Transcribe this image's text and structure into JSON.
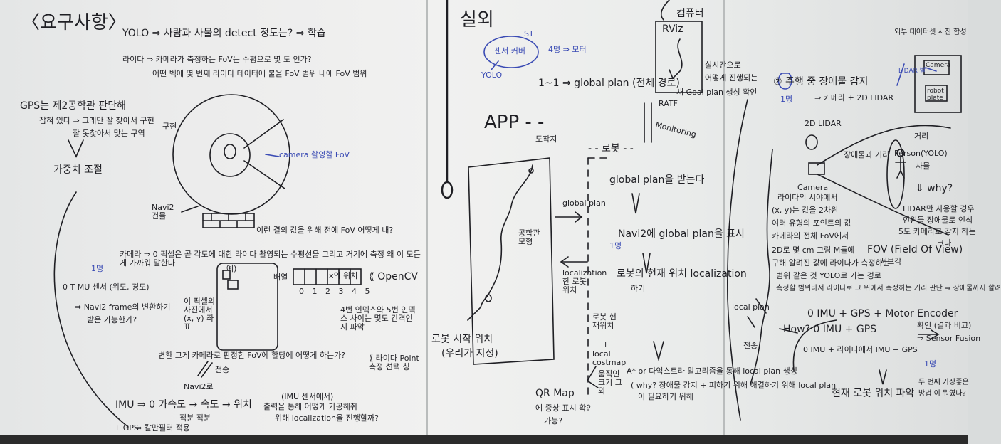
{
  "colors": {
    "board": "#ececec",
    "marker_black": "#1f1f24",
    "marker_blue": "#3a4bb4",
    "tray": "#2b2b2b"
  },
  "left_panel": {
    "title": "〈요구사항〉",
    "yolo": "YOLO ⇒ 사람과 사물의 detect 정도는? ⇒ 학습",
    "lidar_q1": "라이다 ⇒ 카메라가 측정하는 FoV는 수평으로 몇 도 인가?",
    "lidar_q2": "어떤 벡에 몇 번째 라이다 데이터에 불을 FoV 범위 내에 FoV 범위",
    "gps_line1": "GPS는 제2공학관 판단해",
    "gps_line2": "잡혀 있다 ⇒ 그래만 잘 찾아서 구현",
    "gps_line3": "잘 못찾아서 맞는 구역",
    "gps_arrow_note": "구현",
    "estimation": "가중치 조절",
    "fov_note": "camera 촬영할 FoV",
    "navi2": "Navi2 건물",
    "grid_note": "이런 결의 값을 위해 전에 FoV 어떻게 내?",
    "camera_q": "카메라 ⇒ 0 픽셀은 곧 각도에 대한 라이다 촬영되는 수평선을 그리고 거기에 측정 왜 이 모든게 가까워 말한다",
    "example": "예)",
    "opencv": "⟪ OpenCV",
    "pixel_label": "이 픽셀의 사진에서 (x, y) 좌표",
    "pixel_row_label": "배열",
    "pixel_digits": "0 1 2 3 4 5",
    "pixel_mark": "x의 위치",
    "index_note": "4번 인덱스와 5번 인덱스 사이는 몇도 간격인지 파악",
    "lidar_point": "⟪ 라이다 Point 측정 선택 칭",
    "one_person": "1명",
    "imu_line1": "0 T MU 센서 (위도, 경도)",
    "imu_line2": "⇒ Navi2 frame의 변환하기",
    "imu_line3": "받은 가능한가?",
    "conversion": "변환 그게 카메라로 판정한 FoV에 할당에 어떻게 하는가?",
    "transmit": "전송",
    "navi2_to": "Navi2로",
    "imu_bottom": "IMU ⇒ 0 가속도 → 속도 → 위치",
    "integrate": "적분 적분",
    "kalman": "⇒ 칼만필터 적용",
    "gps_bottom": "+ GPS",
    "sensor_q1": "(IMU 센서에서)",
    "sensor_q2": "출력을 통해 어떻게 가공해줘",
    "sensor_q3": "위해 localization을 진행할까?"
  },
  "right_panel": {
    "title": "실외",
    "st": "ST",
    "sensor_circle": "센서 커버",
    "sensor_note": "4명 ⇒ 모터",
    "yolo_small": "YOLO",
    "global_plan": "1~1 ⇒ global plan (전체 경로)",
    "app": "APP - -",
    "destination": "도착지",
    "building": "공학관 모형",
    "start": "로봇 시작 위치",
    "start_note": "(우리가 지정)",
    "global_plan_arrow": "global plan",
    "localization": "localization 한 로봇 위치",
    "robot": "- - 로봇 - -",
    "rviz": "RViz",
    "computer": "컴퓨터",
    "rviz_note1": "실시간으로",
    "rviz_note2": "어떻게 진행되는",
    "rviz_note3": "새 Goal plan 생성 확인",
    "ratf": "RATF",
    "monitoring": "Monitoring",
    "receives": "global plan을 받는다",
    "navi2_display": "Navi2에 global plan을 표시",
    "robot_loc": "로봇의 현재 위치 localization",
    "robot_loc2": "하기",
    "one_person": "1명",
    "robot_current": "로봇 현재위치",
    "lidar_plus": "+",
    "local_costmap": "local costmap",
    "obstacle": "움직인 크기 그외",
    "astar": "A* or 다익스트라 알고리즘을 통해 local plan 생성",
    "why_q": "( why? 장애물 감지 + 피하기 위해 해결하기 위해 local plan",
    "why_q2": "이 필요하기 위해",
    "qr_map": "QR Map",
    "qr_map2": "에 증상 표시 확인",
    "qr_map3": "가능?",
    "local_plan": "local plan",
    "transmit": "전송",
    "obstacle_title": "② 주행 중 장애물 감지",
    "obstacle_method": "⇒ 카메라 + 2D LIDAR",
    "one_person2": "1명",
    "lidar": "2D LIDAR",
    "camera": "Camera",
    "distance": "장애물과 거리",
    "person_yolo": "Person(YOLO)",
    "person_dist": "거리",
    "obj": "사물",
    "why": "⇓ why?",
    "lidar_why1": "LIDAR만 사용할 경우",
    "lidar_why2": "인원들 장애물로 인식",
    "lidar_why3": "5도 카메라로 감지 하는",
    "lidar_why4": "크다",
    "fov": "FOV (Field Of View)",
    "fov_sub": "서브각",
    "cam_text1": "라이다의 시야에서",
    "cam_text2": "(x, y)는 값을 2차원",
    "cam_text3": "여러 유형의 포인트의 값",
    "cam_text4": "카메라의 전체 FoV에서",
    "cam_text5": "2D로 몇 cm 그림 M들에",
    "cam_text6": "구해 알려진 값에 라이다가 측정하는",
    "cam_text7": "범위 같은 것 YOLO로 가는 경로",
    "cam_text8": "측정할 범위라서 라이다로 그 위에서 측정하는 거리 판단 ⇒ 장애물까지 할려",
    "how": "How? 0 IMU + GPS",
    "how_a": "0 IMU + GPS + Motor Encoder",
    "how_b": "0 IMU + 라이다에서 IMU + GPS",
    "confirm": "확인 (결과 비교)",
    "sensor_fusion": "⇒ Sensor Fusion",
    "one_person3": "1명",
    "current_pos": "현재 로봇 위치 파악",
    "final_q1": "두 번째 가장좋은",
    "final_q2": "방법 이 뭐였나?",
    "dataset": "외부 데이터셋 사진 합성",
    "camera_box": "Camera",
    "lidar_box": "LIDAR 발",
    "robot_plate": "robot plate",
    "lidar_label": "LIDAR"
  }
}
